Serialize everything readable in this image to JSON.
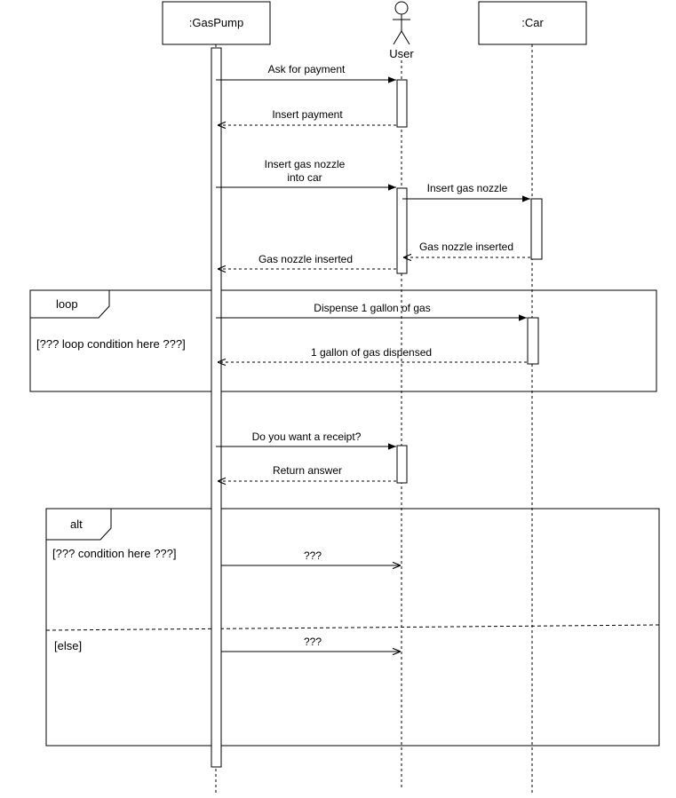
{
  "participants": {
    "gaspump": ":GasPump",
    "user": "User",
    "car": ":Car"
  },
  "messages": {
    "ask_payment": "Ask for payment",
    "insert_payment": "Insert payment",
    "insert_nozzle_line1": "Insert gas nozzle",
    "insert_nozzle_line2": "into car",
    "insert_nozzle_car": "Insert gas nozzle",
    "nozzle_inserted_car": "Gas nozzle inserted",
    "nozzle_inserted_user": "Gas nozzle inserted",
    "dispense": "Dispense 1 gallon of gas",
    "dispensed": "1 gallon of gas dispensed",
    "receipt_q": "Do you want a receipt?",
    "return_answer": "Return answer",
    "alt_msg1": "???",
    "alt_msg2": "???"
  },
  "fragments": {
    "loop": {
      "operator": "loop",
      "guard": "[??? loop condition here ???]"
    },
    "alt": {
      "operator": "alt",
      "guard1": "[??? condition here ???]",
      "guard2": "[else]"
    }
  }
}
